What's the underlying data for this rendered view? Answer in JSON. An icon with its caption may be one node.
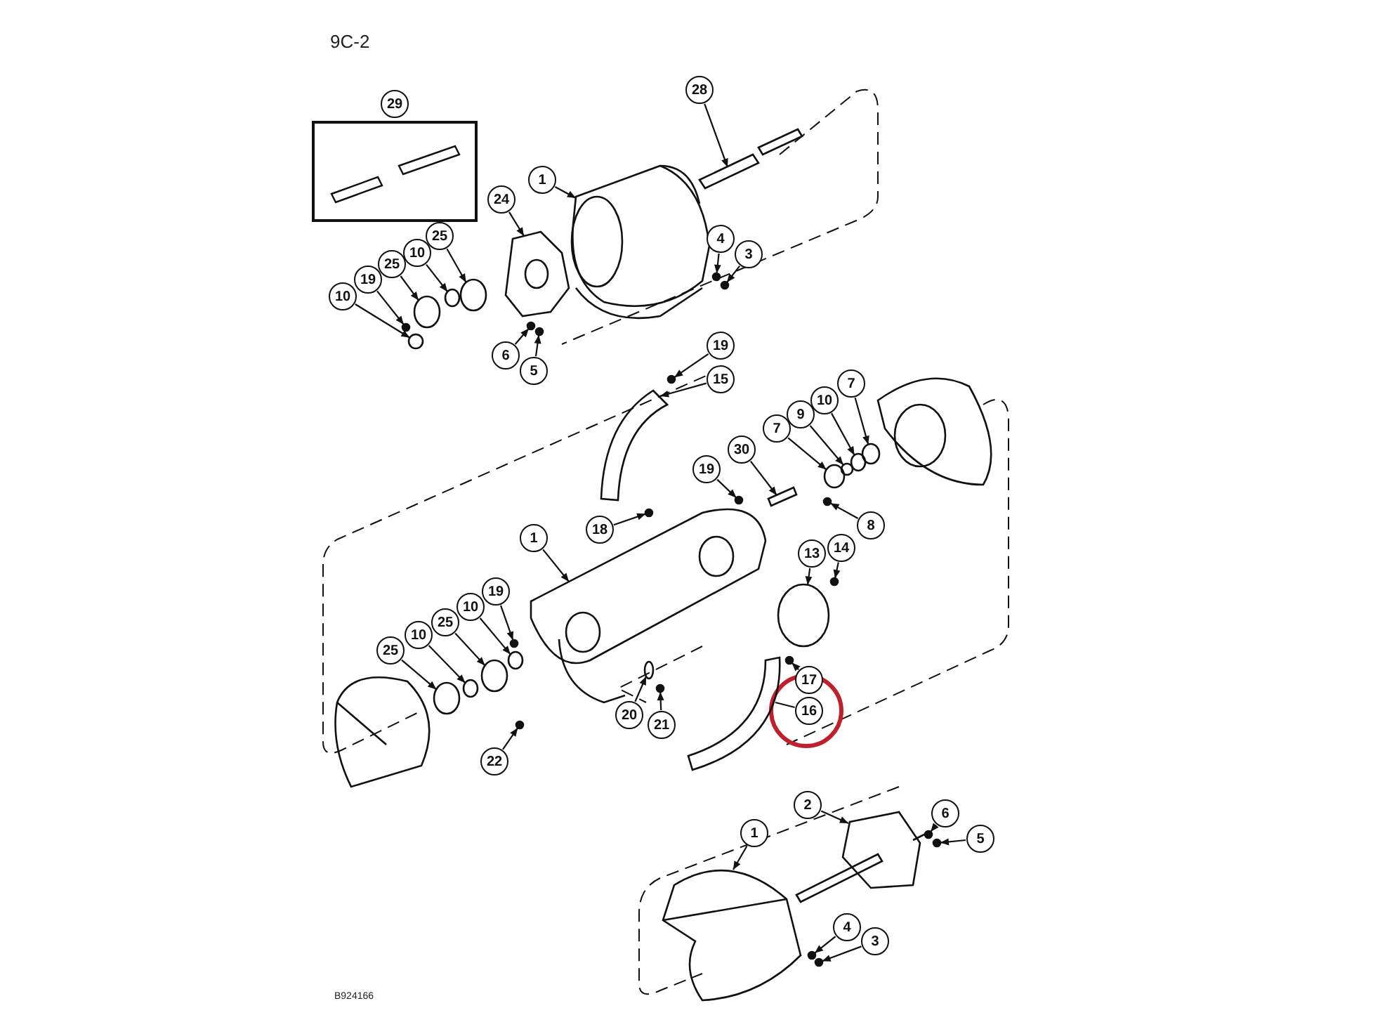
{
  "diagram": {
    "nodes": [
      {
        "text": [
          "29"
        ]
      },
      {
        "text": [
          "28"
        ]
      },
      {
        "text": [
          "1"
        ]
      },
      {
        "text": [
          "24"
        ]
      },
      {
        "text": [
          "25"
        ]
      },
      {
        "text": [
          "10"
        ]
      },
      {
        "text": [
          "25"
        ]
      },
      {
        "text": [
          "19"
        ]
      },
      {
        "text": [
          "10"
        ]
      },
      {
        "text": [
          "4"
        ]
      },
      {
        "text": [
          "3"
        ]
      },
      {
        "text": [
          "6"
        ]
      },
      {
        "text": [
          "5"
        ]
      },
      {
        "text": [
          "19"
        ]
      },
      {
        "text": [
          "15"
        ]
      },
      {
        "text": [
          "7"
        ]
      },
      {
        "text": [
          "10"
        ]
      },
      {
        "text": [
          "9"
        ]
      },
      {
        "text": [
          "7"
        ]
      },
      {
        "text": [
          "30"
        ]
      },
      {
        "text": [
          "19"
        ]
      },
      {
        "text": [
          "8"
        ]
      },
      {
        "text": [
          "18"
        ]
      },
      {
        "text": [
          "1"
        ]
      },
      {
        "text": [
          "13"
        ]
      },
      {
        "text": [
          "14"
        ]
      },
      {
        "text": [
          "19"
        ]
      },
      {
        "text": [
          "10"
        ]
      },
      {
        "text": [
          "25"
        ]
      },
      {
        "text": [
          "10"
        ]
      },
      {
        "text": [
          "25"
        ]
      },
      {
        "text": [
          "17"
        ]
      },
      {
        "text": [
          "16"
        ]
      },
      {
        "text": [
          "20"
        ]
      },
      {
        "text": [
          "21"
        ]
      },
      {
        "text": [
          "22"
        ]
      },
      {
        "text": [
          "2"
        ]
      },
      {
        "text": [
          "6"
        ]
      },
      {
        "text": [
          "5"
        ]
      },
      {
        "text": [
          "1"
        ]
      },
      {
        "text": [
          "4"
        ]
      },
      {
        "text": [
          "3"
        ]
      },
      {
        "text": [],
        "shape": "picture"
      },
      {
        "text": [],
        "shape": "picture"
      },
      {
        "text": [],
        "shape": "picture"
      },
      {
        "text": [],
        "shape": "circle"
      },
      {
        "text": [],
        "shape": "circle"
      },
      {
        "text": [],
        "shape": "circle"
      },
      {
        "text": [],
        "shape": "circle"
      },
      {
        "text": [],
        "shape": "circle"
      },
      {
        "text": [],
        "shape": "circle"
      },
      {
        "text": [],
        "shape": "circle"
      },
      {
        "text": [],
        "shape": "circle"
      },
      {
        "text": [],
        "shape": "circle"
      },
      {
        "text": [],
        "shape": "circle"
      },
      {
        "text": [],
        "shape": "picture"
      },
      {
        "text": [],
        "shape": "circle"
      },
      {
        "text": [],
        "shape": "circle"
      },
      {
        "text": [],
        "shape": "circle"
      },
      {
        "text": [],
        "shape": "circle"
      },
      {
        "text": [],
        "shape": "picture"
      },
      {
        "text": [],
        "shape": "circle"
      },
      {
        "text": [],
        "shape": "circle"
      },
      {
        "text": [],
        "shape": "circle"
      },
      {
        "text": [],
        "shape": "picture"
      },
      {
        "text": [],
        "shape": "circle"
      },
      {
        "text": [],
        "shape": "circle"
      },
      {
        "text": [],
        "shape": "circle"
      },
      {
        "text": [],
        "shape": "circle"
      },
      {
        "text": [],
        "shape": "circle"
      },
      {
        "text": [],
        "shape": "circle"
      },
      {
        "text": [],
        "shape": "circle"
      },
      {
        "text": [],
        "shape": "circle"
      },
      {
        "text": [],
        "shape": "picture"
      },
      {
        "text": [],
        "shape": "circle"
      },
      {
        "text": [],
        "shape": "circle"
      },
      {
        "text": [],
        "shape": "circle"
      },
      {
        "text": [],
        "shape": "picture"
      },
      {
        "text": [],
        "shape": "circle"
      },
      {
        "text": [],
        "shape": "circle"
      },
      {
        "text": [],
        "shape": "picture"
      },
      {
        "text": [],
        "shape": "circle"
      },
      {
        "text": [],
        "shape": "circle"
      }
    ],
    "edges": [
      {
        "from": 1,
        "to": 42,
        "arrow": "to"
      },
      {
        "from": 2,
        "to": 43,
        "arrow": "to"
      },
      {
        "from": 3,
        "to": 44,
        "arrow": "to"
      },
      {
        "from": 4,
        "to": 45,
        "arrow": "to"
      },
      {
        "from": 5,
        "to": 46,
        "arrow": "to"
      },
      {
        "from": 6,
        "to": 47,
        "arrow": "to"
      },
      {
        "from": 7,
        "to": 48,
        "arrow": "to"
      },
      {
        "from": 8,
        "to": 49,
        "arrow": "to"
      },
      {
        "from": 9,
        "to": 50,
        "arrow": "to"
      },
      {
        "from": 10,
        "to": 51,
        "arrow": "to"
      },
      {
        "from": 11,
        "to": 52,
        "arrow": "to"
      },
      {
        "from": 12,
        "to": 53,
        "arrow": "to"
      },
      {
        "from": 13,
        "to": 54,
        "arrow": "to"
      },
      {
        "from": 14,
        "to": 55,
        "arrow": "to"
      },
      {
        "from": 15,
        "to": 56,
        "arrow": "to"
      },
      {
        "from": 16,
        "to": 57,
        "arrow": "to"
      },
      {
        "from": 17,
        "to": 58,
        "arrow": "to"
      },
      {
        "from": 18,
        "to": 59,
        "arrow": "to"
      },
      {
        "from": 19,
        "to": 60,
        "arrow": "to"
      },
      {
        "from": 20,
        "to": 61,
        "arrow": "to"
      },
      {
        "from": 21,
        "to": 62,
        "arrow": "to"
      },
      {
        "from": 22,
        "to": 63,
        "arrow": "to"
      },
      {
        "from": 23,
        "to": 64,
        "arrow": "to"
      },
      {
        "from": 24,
        "to": 65,
        "arrow": "to"
      },
      {
        "from": 25,
        "to": 66,
        "arrow": "to"
      },
      {
        "from": 26,
        "to": 67,
        "arrow": "to"
      },
      {
        "from": 27,
        "to": 68,
        "arrow": "to"
      },
      {
        "from": 28,
        "to": 69,
        "arrow": "to"
      },
      {
        "from": 29,
        "to": 70,
        "arrow": "to"
      },
      {
        "from": 30,
        "to": 71,
        "arrow": "to"
      },
      {
        "from": 31,
        "to": 72,
        "arrow": "to"
      },
      {
        "from": 32,
        "to": 73,
        "arrow": "none"
      },
      {
        "from": 33,
        "to": 74,
        "arrow": "to"
      },
      {
        "from": 34,
        "to": 75,
        "arrow": "to"
      },
      {
        "from": 35,
        "to": 76,
        "arrow": "to"
      },
      {
        "from": 36,
        "to": 77,
        "arrow": "to"
      },
      {
        "from": 37,
        "to": 78,
        "arrow": "to"
      },
      {
        "from": 38,
        "to": 79,
        "arrow": "to"
      },
      {
        "from": 39,
        "to": 80,
        "arrow": "to"
      },
      {
        "from": 40,
        "to": 81,
        "arrow": "to"
      },
      {
        "from": 41,
        "to": 82,
        "arrow": "to"
      }
    ],
    "labels": [
      "9C-2",
      "B924166"
    ]
  }
}
